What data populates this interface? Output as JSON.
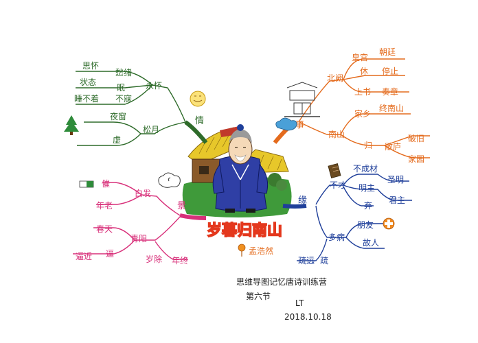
{
  "title": "岁暮归南山",
  "author": "孟浩然",
  "footer": {
    "line1": "思维导图记忆唐诗训练营",
    "line2": "第六节",
    "name": "LT",
    "date": "2018.10.18"
  },
  "branches": {
    "qing": {
      "label": "情",
      "color": "#2e6b2a",
      "sub": [
        {
          "label": "永怀",
          "leaves": [
            "思怀",
            "愁绪",
            "状态",
            "眠",
            "睡不着",
            "不寐"
          ]
        },
        {
          "label": "松月",
          "leaves": [
            "夜窗",
            "虚"
          ]
        }
      ]
    },
    "shi": {
      "label": "事",
      "color": "#e46b1d",
      "sub": [
        {
          "label": "北阙",
          "leaves": [
            "皇宫",
            "朝廷",
            "休",
            "停止",
            "上书",
            "奏章"
          ]
        },
        {
          "label": "南山",
          "leaves": [
            "家乡",
            "终南山",
            "归",
            "敝庐",
            "破旧",
            "家园"
          ]
        }
      ]
    },
    "jing": {
      "label": "景",
      "color": "#d8307a",
      "sub": [
        {
          "label": "白发",
          "leaves": [
            "催",
            "年老"
          ]
        },
        {
          "label": "青阳",
          "leaves": [
            "春天",
            "逼",
            "逼近",
            "岁除",
            "年终"
          ]
        }
      ]
    },
    "yuan": {
      "label": "缘",
      "color": "#1f3f9a",
      "sub": [
        {
          "label": "不才",
          "leaves": [
            "不成材",
            "明主",
            "圣明",
            "君主",
            "弃"
          ]
        },
        {
          "label": "多病",
          "leaves": [
            "故人",
            "朋友",
            "疏远",
            "疏"
          ]
        }
      ]
    }
  }
}
